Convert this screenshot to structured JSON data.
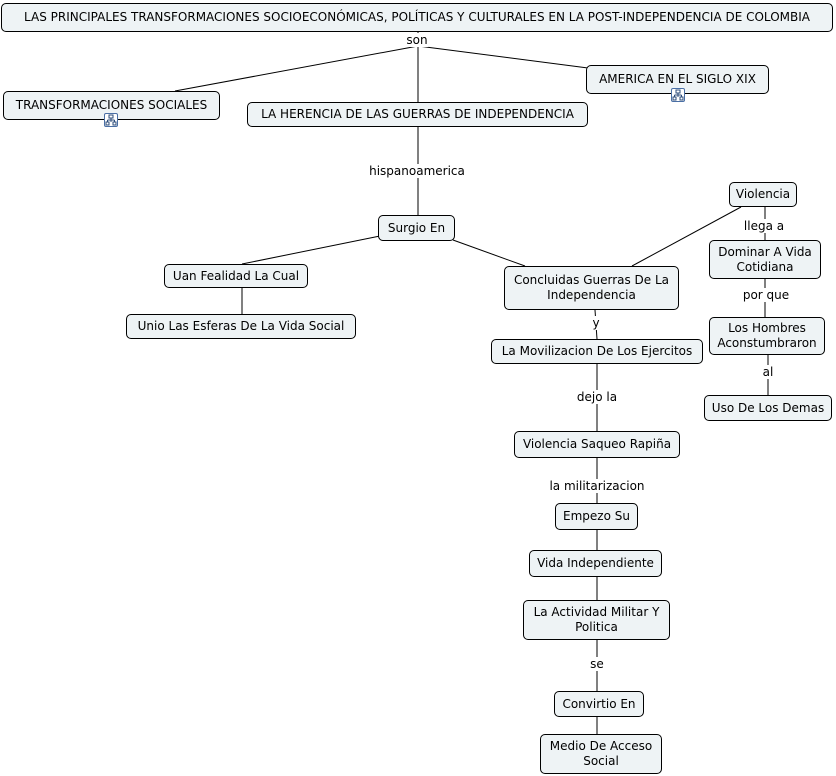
{
  "title": "LAS PRINCIPALES TRANSFORMACIONES SOCIOECONÓMICAS, POLÍTICAS Y CULTURALES EN LA POST-INDEPENDENCIA DE COLOMBIA",
  "nodes": {
    "sociales": "TRANSFORMACIONES  SOCIALES",
    "herencia": "LA HERENCIA DE LAS GUERRAS DE INDEPENDENCIA",
    "america": "AMERICA EN EL  SIGLO XIX",
    "surgio": "Surgio En",
    "realidad": "Uan Fealidad La Cual",
    "unio": "Unio Las Esferas De La Vida Social",
    "concluidas": "Concluidas Guerras De La\nIndependencia",
    "movilizacion": "La Movilizacion De Los Ejercitos",
    "saqueo": "Violencia Saqueo Rapiña",
    "empezo": "Empezo Su",
    "vida": "Vida Independiente",
    "actividad": "La Actividad Militar Y\nPolitica",
    "convirtio": "Convirtio En",
    "medio": "Medio De Acceso\nSocial",
    "violencia": "Violencia",
    "dominar": "Dominar A Vida\nCotidiana",
    "hombres": "Los Hombres\nAconstumbraron",
    "uso": "Uso De Los Demas"
  },
  "links": {
    "son": "son",
    "hispano": "hispanoamerica",
    "y": "y",
    "dejo": "dejo la",
    "militar": "la militarizacion",
    "se": "se",
    "llega": "llega a",
    "porque": "por que",
    "al": "al"
  },
  "icons": {
    "sociales": "submap-icon",
    "america": "submap-icon"
  },
  "colors": {
    "node_fill": "#eef3f5",
    "border": "#000000",
    "icon_accent": "#4a6fa5"
  }
}
